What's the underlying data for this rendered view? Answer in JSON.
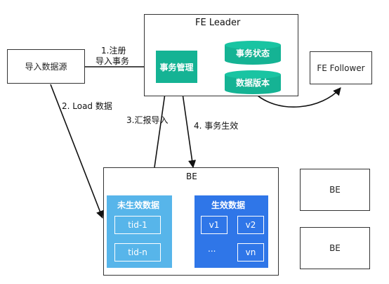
{
  "import_source": "导入数据源",
  "fe_leader": "FE Leader",
  "txn_mgr": "事务管理",
  "txn_state": "事务状态",
  "data_version": "数据版本",
  "fe_follower": "FE Follower",
  "step1_line1": "1.注册",
  "step1_line2": "导入事务",
  "step2": "2. Load 数据",
  "step3": "3.汇报导入",
  "step4": "4. 事务生效",
  "be_main": "BE",
  "be_side1": "BE",
  "be_side2": "BE",
  "uncommitted": "未生效数据",
  "tid1": "tid-1",
  "tidn": "tid-n",
  "committed": "生效数据",
  "v1": "v1",
  "v2": "v2",
  "ellipsis": "...",
  "vn": "vn",
  "colors": {
    "green": "#15b394",
    "lightblue": "#57b5ea",
    "blue": "#2f76e8"
  }
}
